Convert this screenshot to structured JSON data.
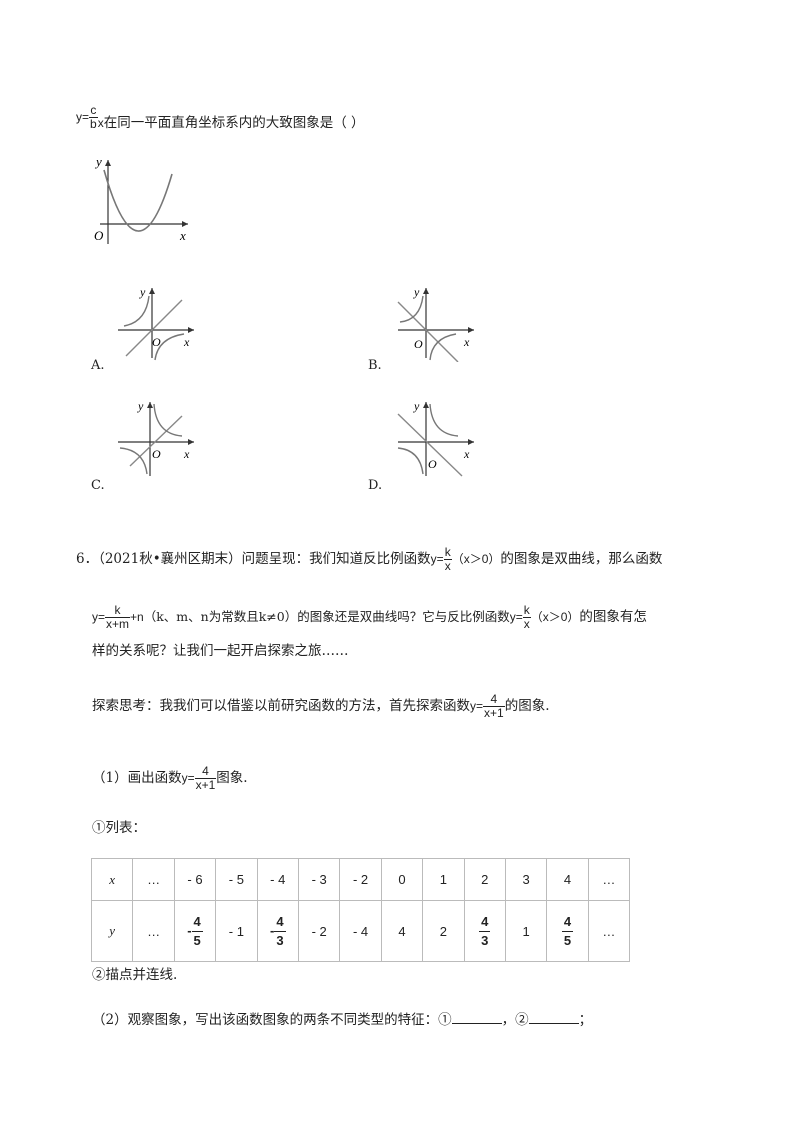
{
  "q5": {
    "lead_eq": "y=",
    "lead_num": "c",
    "lead_den": "b",
    "lead_var": "x",
    "lead_text": "在同一平面直角坐标系内的大致图象是（      ）",
    "axis_y": "y",
    "axis_x": "x",
    "origin": "O",
    "options": [
      "A.",
      "B.",
      "C.",
      "D."
    ]
  },
  "q6": {
    "number": "6．",
    "source": "（2021秋•襄州区期末）问题呈现：我们知道反比例函数",
    "f1_eq": "y=",
    "f1_num": "k",
    "f1_den": "x",
    "f1_cond": "（x＞0）",
    "after_f1": "的图象是双曲线，那么函数",
    "f2_eq": "y=",
    "f2_num": "k",
    "f2_den": "x+m",
    "f2_tail": "+n",
    "line2_mid": "（k、m、n为常数且k≠0）的图象还是双曲线吗？它与反比例函数",
    "f3_eq": "y=",
    "f3_num": "k",
    "f3_den": "x",
    "f3_cond": "（x＞0）",
    "line2_end": "的图象有怎",
    "line3": "样的关系呢？让我们一起开启探索之旅……",
    "explore_text": "探索思考：我我们可以借鉴以前研究函数的方法，首先探索函数",
    "g_eq": "y=",
    "g_num": "4",
    "g_den": "x+1",
    "explore_end": "的图象.",
    "part1_pre": "（1）画出函数",
    "part1_end": "图象.",
    "step1": "①列表：",
    "table": {
      "x_label": "x",
      "y_label": "y",
      "x_values": [
        "…",
        "- 6",
        "- 5",
        "- 4",
        "- 3",
        "- 2",
        "0",
        "1",
        "2",
        "3",
        "4",
        "…"
      ],
      "y_values": [
        {
          "t": "…"
        },
        {
          "neg": true,
          "num": "4",
          "den": "5"
        },
        {
          "t": "- 1"
        },
        {
          "neg": true,
          "num": "4",
          "den": "3"
        },
        {
          "t": "- 2"
        },
        {
          "t": "- 4"
        },
        {
          "t": "4"
        },
        {
          "t": "2"
        },
        {
          "num": "4",
          "den": "3"
        },
        {
          "t": "1"
        },
        {
          "num": "4",
          "den": "5"
        },
        {
          "t": "…"
        }
      ]
    },
    "step2": "②描点并连线.",
    "part2_a": "（2）观察图象，写出该函数图象的两条不同类型的特征：①",
    "part2_sep": "，②",
    "part2_end": "；"
  }
}
